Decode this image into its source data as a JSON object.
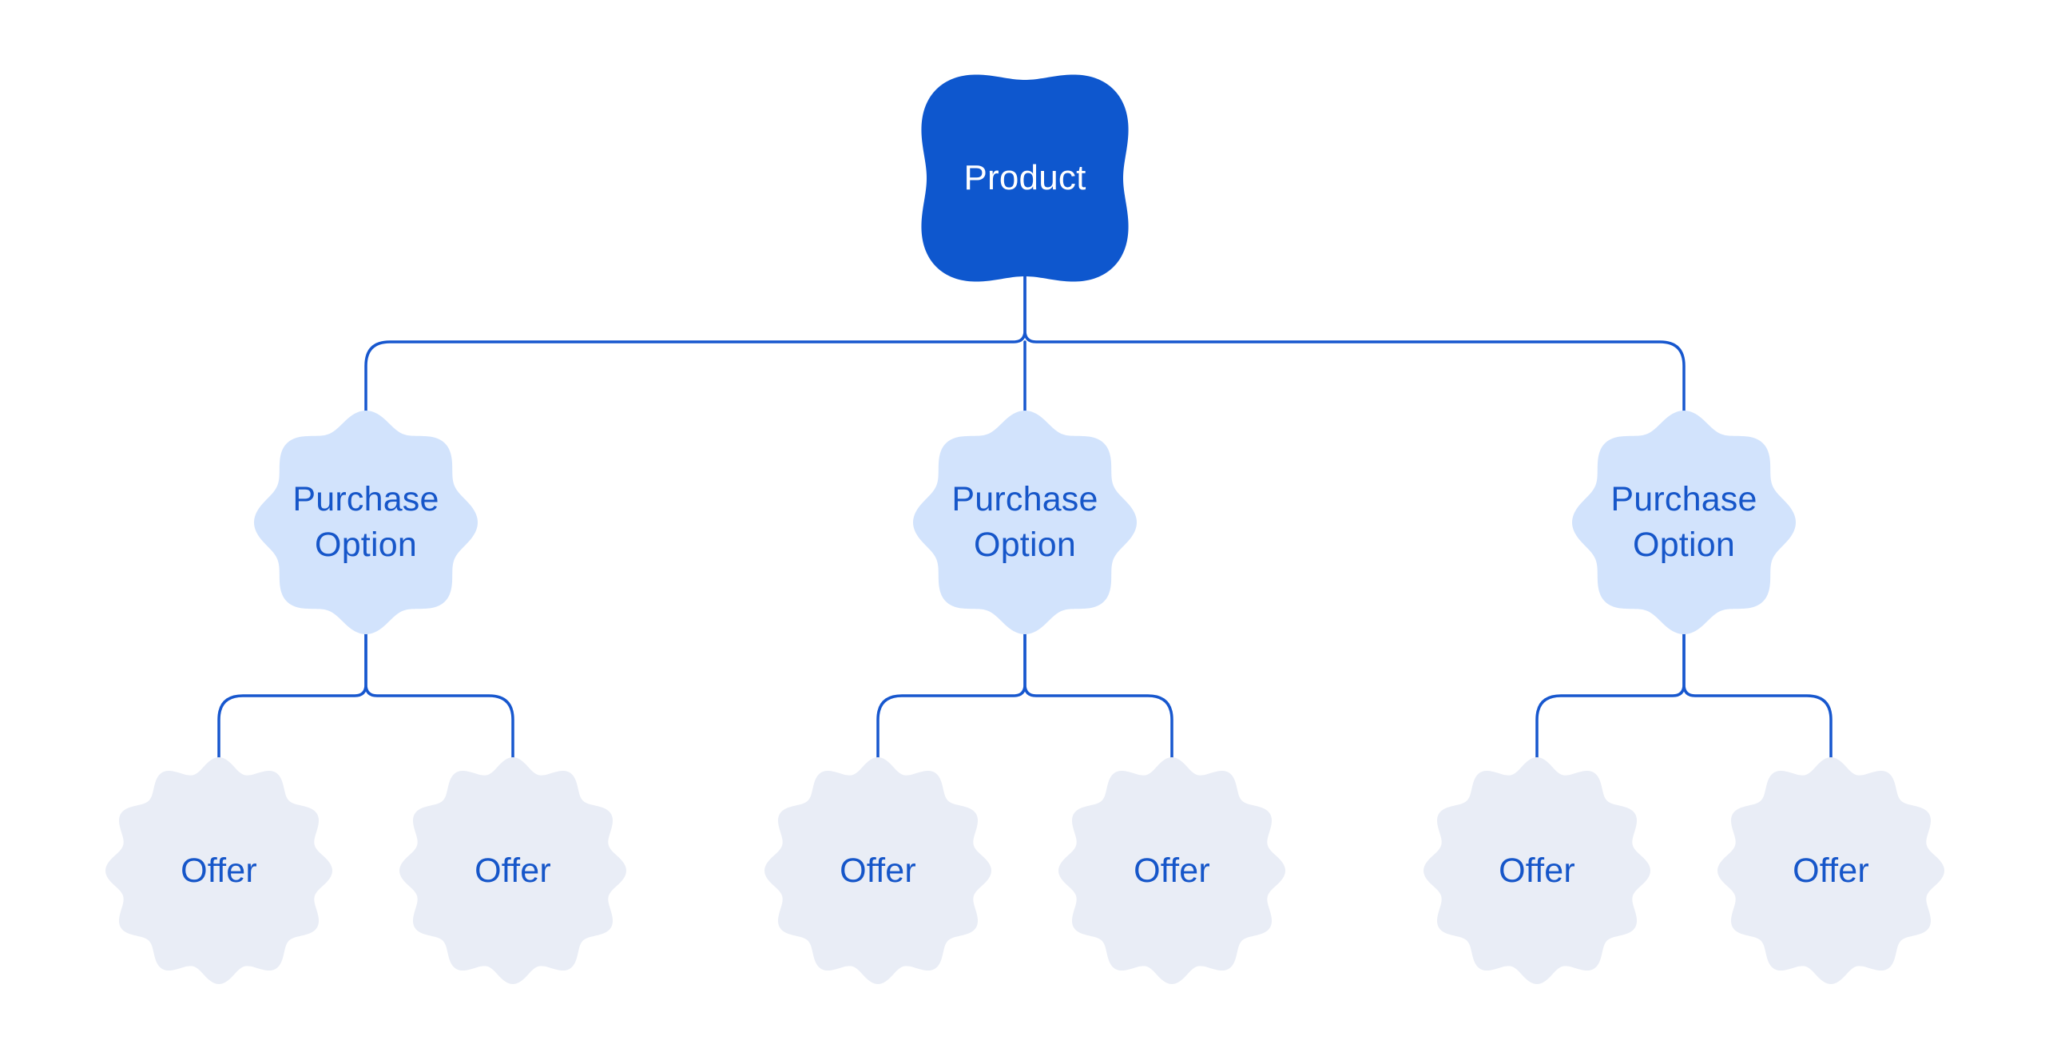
{
  "diagram": {
    "root": {
      "label": "Product"
    },
    "purchase_options": [
      {
        "label": "Purchase Option"
      },
      {
        "label": "Purchase Option"
      },
      {
        "label": "Purchase Option"
      }
    ],
    "offers": [
      {
        "label": "Offer"
      },
      {
        "label": "Offer"
      },
      {
        "label": "Offer"
      },
      {
        "label": "Offer"
      },
      {
        "label": "Offer"
      },
      {
        "label": "Offer"
      }
    ],
    "colors": {
      "background": "#FFFFFF",
      "product_fill": "#0E57CE",
      "product_text": "#FFFFFF",
      "purchase_option_fill": "#D2E3FC",
      "offer_fill": "#E9EDF6",
      "node_text": "#1656C9",
      "connector": "#1757CE"
    }
  }
}
